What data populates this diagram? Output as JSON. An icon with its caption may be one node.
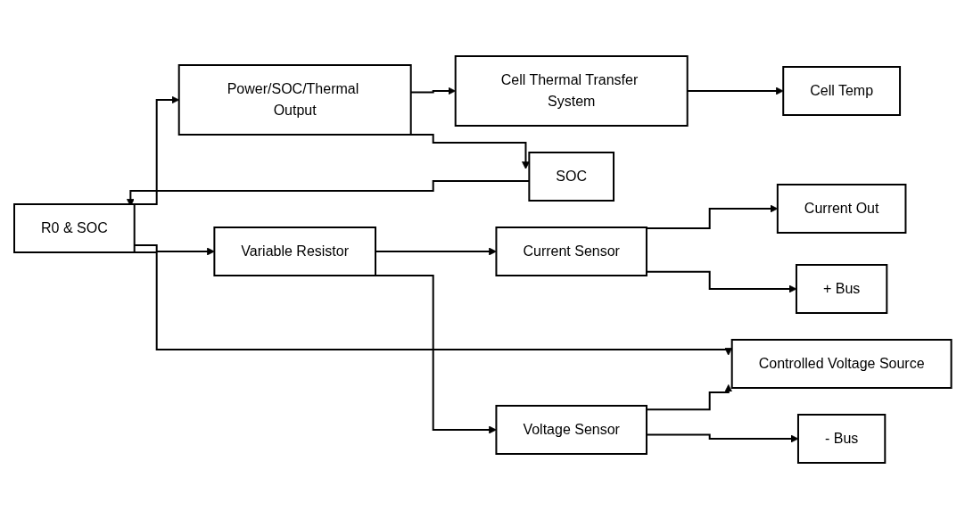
{
  "diagram": {
    "nodes": [
      {
        "text": [
          "R0 & SOC"
        ]
      },
      {
        "text": [
          "Power/SOC/Thermal Output"
        ]
      },
      {
        "text": [
          "Cell Thermal Transfer System"
        ]
      },
      {
        "text": [
          "Cell Temp"
        ]
      },
      {
        "text": [
          "SOC"
        ]
      },
      {
        "text": [
          "Variable Resistor"
        ]
      },
      {
        "text": [
          "Current Sensor"
        ]
      },
      {
        "text": [
          "Current Out"
        ]
      },
      {
        "text": [
          "Controlled Voltage Source"
        ]
      },
      {
        "text": [
          "Voltage Sensor"
        ]
      },
      {
        "text": [
          "+ Bus"
        ]
      },
      {
        "text": [
          "- Bus"
        ]
      }
    ],
    "edges": [
      {
        "from": 0,
        "to": 1,
        "arrow": "to"
      },
      {
        "from": 0,
        "to": 5,
        "arrow": "to"
      },
      {
        "from": 0,
        "to": 8,
        "arrow": "to"
      },
      {
        "from": 1,
        "to": 2,
        "arrow": "to"
      },
      {
        "from": 1,
        "to": 4,
        "arrow": "to"
      },
      {
        "from": 2,
        "to": 3,
        "arrow": "to"
      },
      {
        "from": 4,
        "to": 0,
        "arrow": "to"
      },
      {
        "from": 5,
        "to": 6,
        "arrow": "to"
      },
      {
        "from": 5,
        "to": 9,
        "arrow": "to"
      },
      {
        "from": 6,
        "to": 7,
        "arrow": "to"
      },
      {
        "from": 6,
        "to": 10,
        "arrow": "to"
      },
      {
        "from": 9,
        "to": 8,
        "arrow": "to"
      },
      {
        "from": 9,
        "to": 11,
        "arrow": "to"
      }
    ]
  }
}
